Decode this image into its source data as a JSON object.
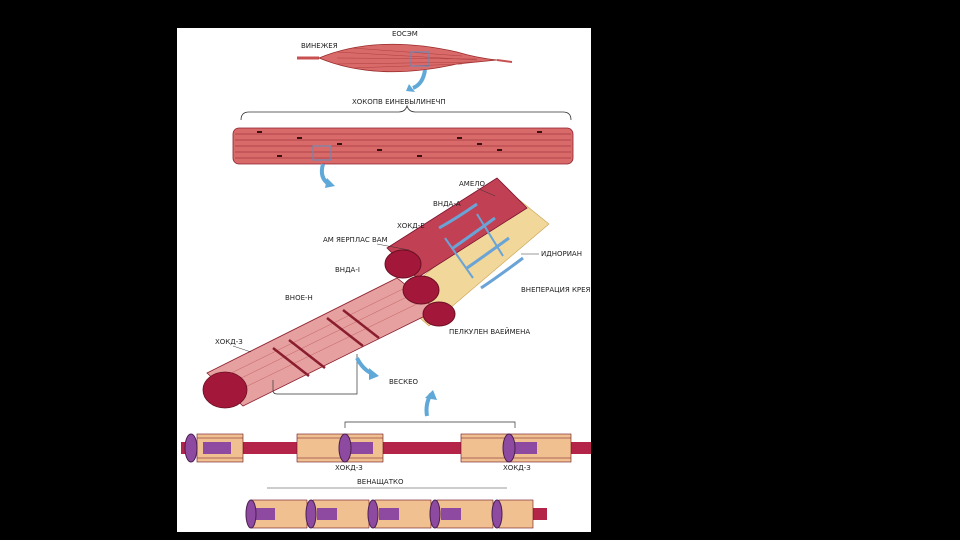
{
  "diagram": {
    "labels": {
      "muscle_top": "ЕОСЭМ",
      "tendon_left": "ВИНЕЖЕЯ",
      "fascicle": "ХОКОПВ ЕИНЕВЫЛИНЕЧП",
      "sarcolemma": "АМЕЛО",
      "band_a": "ВНДА-А",
      "disk_z_top": "ХОКД-Е",
      "sarcoplasmic": "АМ ЯЕРПЛАС ВАМ",
      "mitochondria": "ИДНОРИАН",
      "band_i": "ВНДА-І",
      "band_h": "ВНОЕ-Н",
      "disk_z_left": "ХОКД-З",
      "t_tubule": "ВНЕПЕРАЦИЯ КРЕЯЧУЗ",
      "sarcoplasm": "ПЕЛКУЛЕН ВАЕЙМЕНА",
      "sarcomere": "ВЕСКЕО",
      "zdisk_a": "ХОКД-З",
      "zdisk_b": "ХОКД-З",
      "contracted": "ВЕНАЩАТКО"
    }
  },
  "colors": {
    "muscle": "#d86a6a",
    "fiber_dark": "#a3183a",
    "fiber_light": "#e7a0a0",
    "tubule": "#6aa3d6",
    "sarcoplasm": "#f1d79a",
    "myosin": "#8e4aa0",
    "actin": "#f0c090"
  }
}
